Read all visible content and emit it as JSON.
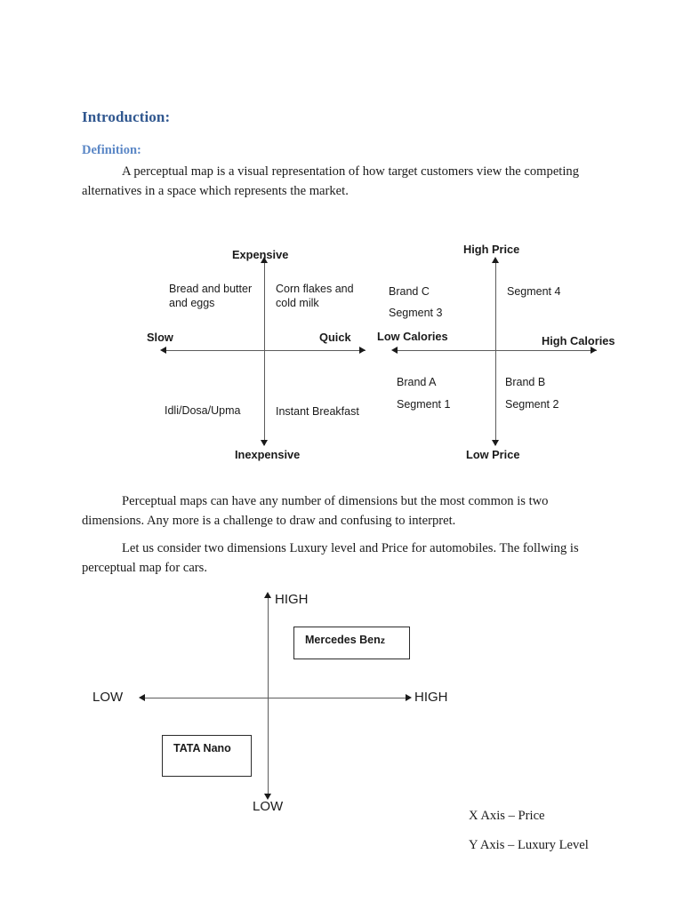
{
  "document": {
    "headings": {
      "introduction": "Introduction:",
      "definition": "Definition:"
    },
    "paragraphs": {
      "definition_body": "A perceptual map is a visual representation of how target customers view the competing alternatives in a space which represents the market.",
      "dimensions": "Perceptual maps can have any number of dimensions but the most common is two dimensions. Any more is a challenge to draw and confusing to interpret.",
      "automobiles": "Let us consider two dimensions Luxury level and Price for automobiles. The follwing is perceptual map for cars."
    },
    "colors": {
      "heading_primary": "#30578F",
      "heading_secondary": "#5B87C6",
      "axis": "#5c5c5c",
      "text": "#1a1a1a",
      "box_border": "#2b2b2b"
    }
  },
  "chart_data": [
    {
      "type": "scatter",
      "name": "breakfast-perceptual-map",
      "title": "",
      "xlabel": "Slow to Quick",
      "ylabel": "Inexpensive to Expensive",
      "axis_labels": {
        "top": "Expensive",
        "bottom": "Inexpensive",
        "left": "Slow",
        "right": "Quick"
      },
      "quadrants": [
        {
          "position": "top-left",
          "lines": [
            "Bread and butter",
            "and eggs"
          ]
        },
        {
          "position": "top-right",
          "lines": [
            "Corn flakes and",
            "cold milk"
          ]
        },
        {
          "position": "bottom-left",
          "lines": [
            "Idli/Dosa/Upma"
          ]
        },
        {
          "position": "bottom-right",
          "lines": [
            "Instant Breakfast"
          ]
        }
      ]
    },
    {
      "type": "scatter",
      "name": "brand-segment-perceptual-map",
      "title": "",
      "xlabel": "Low Calories to High Calories",
      "ylabel": "Low Price to High Price",
      "axis_labels": {
        "top": "High Price",
        "bottom": "Low Price",
        "left": "Low Calories",
        "right": "High Calories"
      },
      "quadrants": [
        {
          "position": "top-left",
          "lines": [
            "Brand C",
            "Segment 3"
          ]
        },
        {
          "position": "top-right",
          "lines": [
            "Segment 4"
          ]
        },
        {
          "position": "bottom-left",
          "lines": [
            "Brand A",
            "Segment 1"
          ]
        },
        {
          "position": "bottom-right",
          "lines": [
            "Brand B",
            "Segment 2"
          ]
        }
      ]
    },
    {
      "type": "scatter",
      "name": "car-perceptual-map",
      "title": "",
      "xlabel": "Price",
      "ylabel": "Luxury Level",
      "axis_labels": {
        "top": "HIGH",
        "bottom": "LOW",
        "left": "LOW",
        "right": "HIGH"
      },
      "items": [
        {
          "label_main": "Mercedes Ben",
          "label_suffix": "z",
          "position": "top-right"
        },
        {
          "label_main": "TATA Nano",
          "label_suffix": "",
          "position": "bottom-left"
        }
      ],
      "legend": [
        "X Axis – Price",
        "Y Axis – Luxury Level"
      ]
    }
  ]
}
